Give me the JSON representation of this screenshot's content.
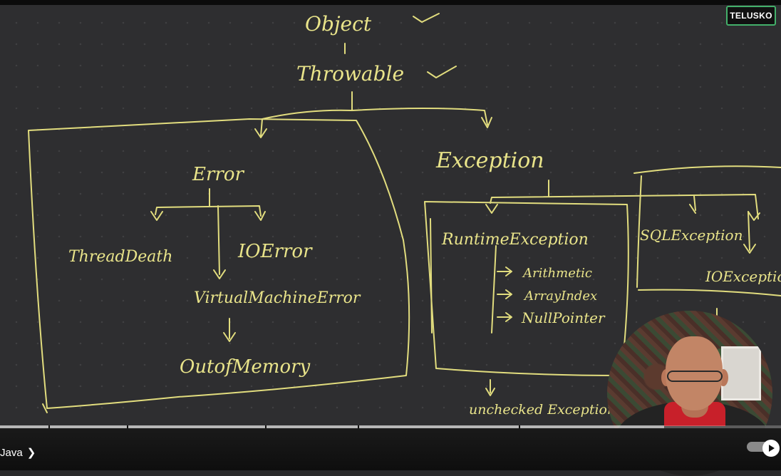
{
  "brand": {
    "logo_text": "TELUSKO"
  },
  "diagram": {
    "object": "Object",
    "throwable": "Throwable",
    "error": "Error",
    "thread_death": "ThreadDeath",
    "io_error": "IOError",
    "virtual_machine_error": "VirtualMachineError",
    "out_of_memory": "OutofMemory",
    "exception": "Exception",
    "runtime_exception": "RuntimeException",
    "arithmetic": "Arithmetic",
    "array_index": "ArrayIndex",
    "null_pointer": "NullPointer",
    "sql_exception": "SQLException",
    "io_exception": "IOException",
    "unchecked": "unchecked Exception",
    "ink_color": "#e9e48a"
  },
  "player": {
    "chapter_label": "Java",
    "played_fraction": 0.85,
    "autoplay_on": true
  }
}
